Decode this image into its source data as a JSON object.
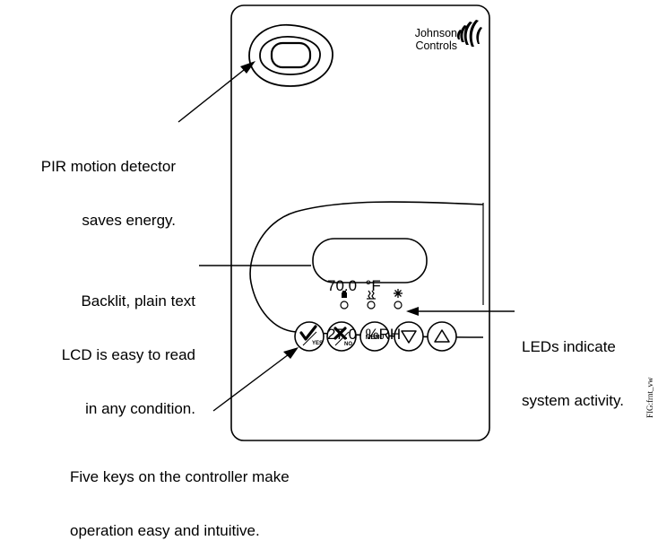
{
  "brand": {
    "line1": "Johnson",
    "line2": "Controls"
  },
  "display": {
    "line1": "70.0  °F",
    "line2": "27.0  %RH"
  },
  "keys": {
    "yes": "YES",
    "no": "NO",
    "menu": "MENU"
  },
  "callouts": {
    "pir": [
      "PIR motion detector",
      "saves energy."
    ],
    "lcd": [
      "Backlit, plain text",
      "LCD is easy to read",
      "in any condition."
    ],
    "leds": [
      "LEDs indicate",
      "system activity."
    ],
    "keys": [
      "Five keys on the controller make",
      "operation easy and intuitive."
    ]
  },
  "figure_id": "FIG:frnt_vw"
}
